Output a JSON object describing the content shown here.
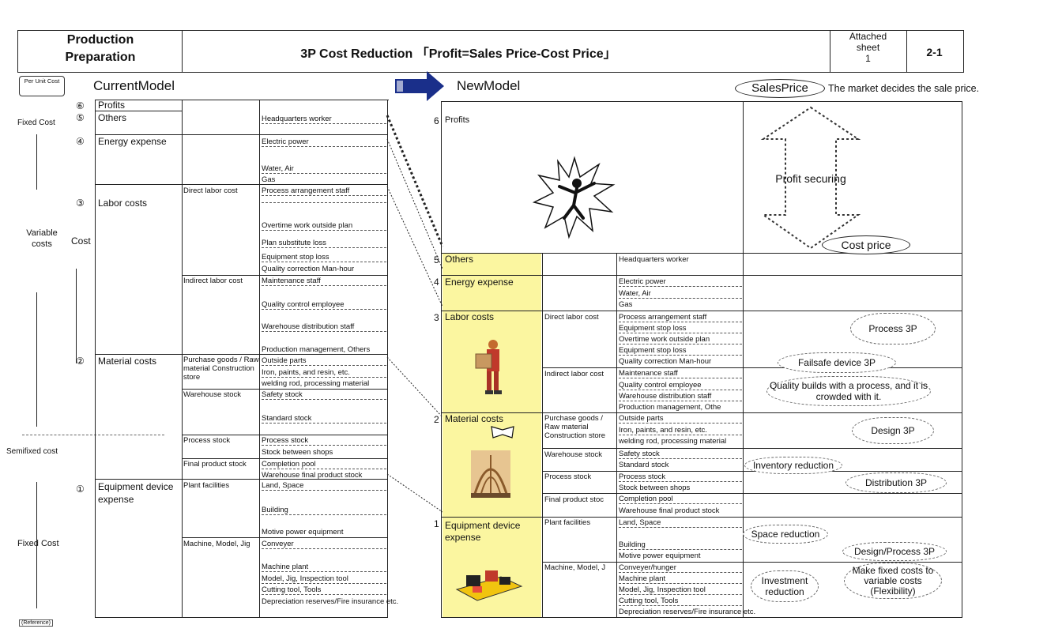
{
  "header": {
    "left_title_line1": "Production",
    "left_title_line2": "Preparation",
    "main_title": "3P Cost Reduction 「Profit=Sales Price-Cost Price」",
    "attached_line1": "Attached",
    "attached_line2": "sheet",
    "attached_line3": "1",
    "sheet_no": "2-1"
  },
  "left_axis": {
    "per_unit": "Per Unit Cost",
    "fixed_cost_top": "Fixed Cost",
    "variable_costs": "Variable costs",
    "cost": "Cost",
    "semifixed": "Semifixed cost",
    "fixed_cost_bottom": "Fixed Cost",
    "reference": "(Reference)"
  },
  "current": {
    "title": "CurrentModel",
    "categories": [
      {
        "num": "⑥",
        "label": "Profits"
      },
      {
        "num": "⑤",
        "label": "Others"
      },
      {
        "num": "④",
        "label": "Energy expense"
      },
      {
        "num": "③",
        "label": "Labor costs"
      },
      {
        "num": "②",
        "label": "Material costs"
      },
      {
        "num": "①",
        "label": "Equipment device expense"
      }
    ],
    "subcats": [
      "Direct labor cost",
      "Indirect labor cost",
      "Purchase goods / Raw material Construction store",
      "Warehouse stock",
      "Process stock",
      "Final product stock",
      "Plant facilities",
      "Machine, Model, Jig"
    ],
    "items": [
      "Headquarters worker",
      "Electric power",
      "Water, Air",
      "Gas",
      "Process arrangement staff",
      "Overtime work outside plan",
      "Plan substitute loss",
      "Equipment stop loss",
      "Quality correction Man-hour",
      "Maintenance staff",
      "Quality control employee",
      "Warehouse distribution staff",
      "Production management, Others",
      "Outside parts",
      "Iron, paints, and resin, etc.",
      "welding rod, processing material",
      "Safety stock",
      "Standard stock",
      "Process stock",
      "Stock between shops",
      "Completion pool",
      "Warehouse final product stock",
      "Land, Space",
      "Building",
      "Motive power equipment",
      "Conveyer",
      "Machine plant",
      "Model, Jig, Inspection tool",
      "Cutting tool, Tools",
      "Depreciation reserves/Fire insurance etc."
    ]
  },
  "new": {
    "title": "NewModel",
    "sales_price": "SalesPrice",
    "market_note": "The market decides the sale price.",
    "profit_securing": "Profit securing",
    "cost_price": "Cost price",
    "categories": [
      {
        "num": "6",
        "label": "Profits"
      },
      {
        "num": "5",
        "label": "Others"
      },
      {
        "num": "4",
        "label": "Energy expense"
      },
      {
        "num": "3",
        "label": "Labor costs"
      },
      {
        "num": "2",
        "label": "Material costs"
      },
      {
        "num": "1",
        "label": "Equipment device expense"
      }
    ],
    "subcats": [
      "Direct labor cost",
      "Indirect labor cost",
      "Purchase goods / Raw material Construction store",
      "Warehouse stock",
      "Process stock",
      "Final product stoc",
      "Plant facilities",
      "Machine, Model, J"
    ],
    "items": [
      "Headquarters worker",
      "Electric power",
      "Water, Air",
      "Gas",
      "Process arrangement staff",
      "Equipment stop loss",
      "Overtime work outside plan",
      "Equipment stop loss",
      "Quality correction Man-hour",
      "Maintenance staff",
      "Quality control employee",
      "Warehouse distribution staff",
      "Production management, Othe",
      "Outside parts",
      "Iron, paints, and resin, etc.",
      "welding rod, processing material",
      "Safety stock",
      "Standard stock",
      "Process stock",
      "Stock between shops",
      "Completion pool",
      "Warehouse final product stock",
      "Land, Space",
      "Building",
      "Motive power equipment",
      "Conveyer/hunger",
      "Machine plant",
      "Model, Jig, Inspection tool",
      "Cutting tool, Tools",
      "Depreciation reserves/Fire insurance etc."
    ],
    "callouts": {
      "process3p": "Process 3P",
      "failsafe": "Failsafe device 3P",
      "quality": "Quality builds with a process, and it is crowded with it.",
      "design3p": "Design 3P",
      "inventory": "Inventory reduction",
      "distribution3p": "Distribution 3P",
      "space": "Space reduction",
      "design_process": "Design/Process 3P",
      "investment": "Investment reduction",
      "fixed_to_variable": "Make fixed costs to variable costs (Flexibility)"
    }
  },
  "colors": {
    "yellow": "#fbf6a0",
    "arrow_blue": "#1a2f8a",
    "line": "#222222"
  }
}
